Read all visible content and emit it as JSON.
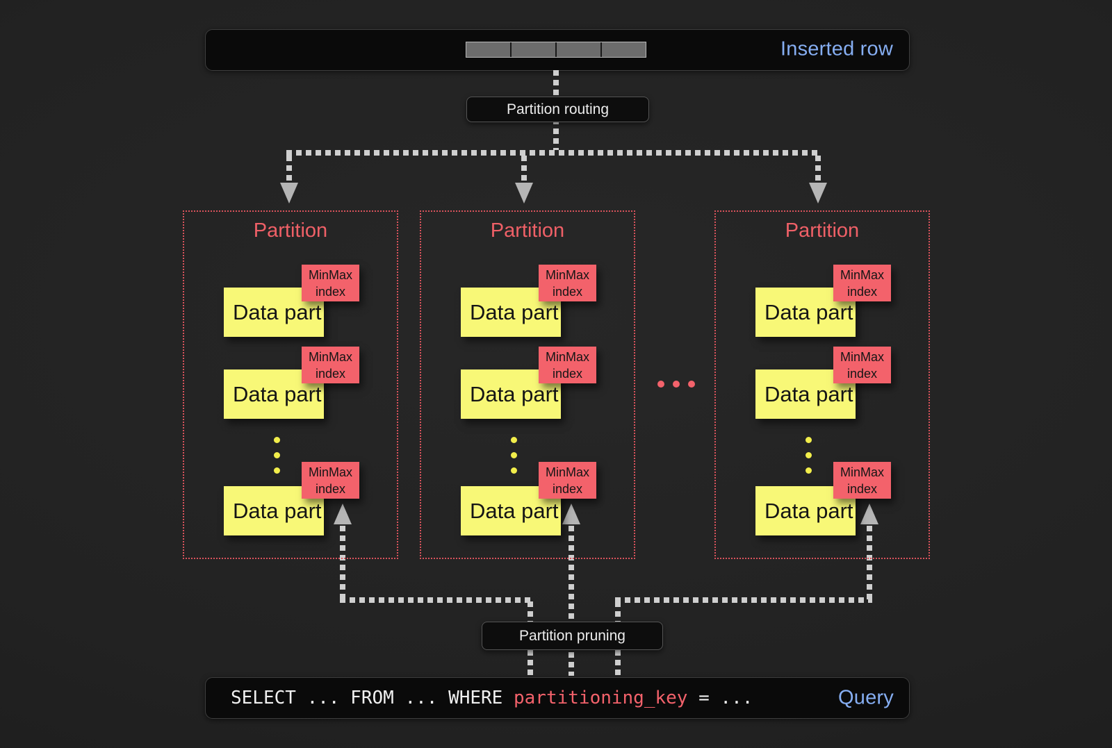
{
  "colors": {
    "accent_blue": "#86aef2",
    "salmon_red": "#f3626b",
    "partition_border_red": "#da535c",
    "data_part_yellow": "#f8f877",
    "connector_gray": "#cfcfcf"
  },
  "inserted_row": {
    "label": "Inserted row",
    "segment_count": 4
  },
  "labels": {
    "routing": "Partition routing",
    "pruning": "Partition pruning"
  },
  "partitions": [
    {
      "title": "Partition",
      "parts": [
        {
          "label": "Data part",
          "index_label": "MinMax index"
        },
        {
          "label": "Data part",
          "index_label": "MinMax index"
        },
        {
          "label": "Data part",
          "index_label": "MinMax index"
        }
      ]
    },
    {
      "title": "Partition",
      "parts": [
        {
          "label": "Data part",
          "index_label": "MinMax index"
        },
        {
          "label": "Data part",
          "index_label": "MinMax index"
        },
        {
          "label": "Data part",
          "index_label": "MinMax index"
        }
      ]
    },
    {
      "title": "Partition",
      "parts": [
        {
          "label": "Data part",
          "index_label": "MinMax index"
        },
        {
          "label": "Data part",
          "index_label": "MinMax index"
        },
        {
          "label": "Data part",
          "index_label": "MinMax index"
        }
      ]
    }
  ],
  "query": {
    "sql_prefix": "SELECT ... FROM ... WHERE ",
    "sql_key": "partitioning_key",
    "sql_suffix": " = ...",
    "label": "Query"
  }
}
